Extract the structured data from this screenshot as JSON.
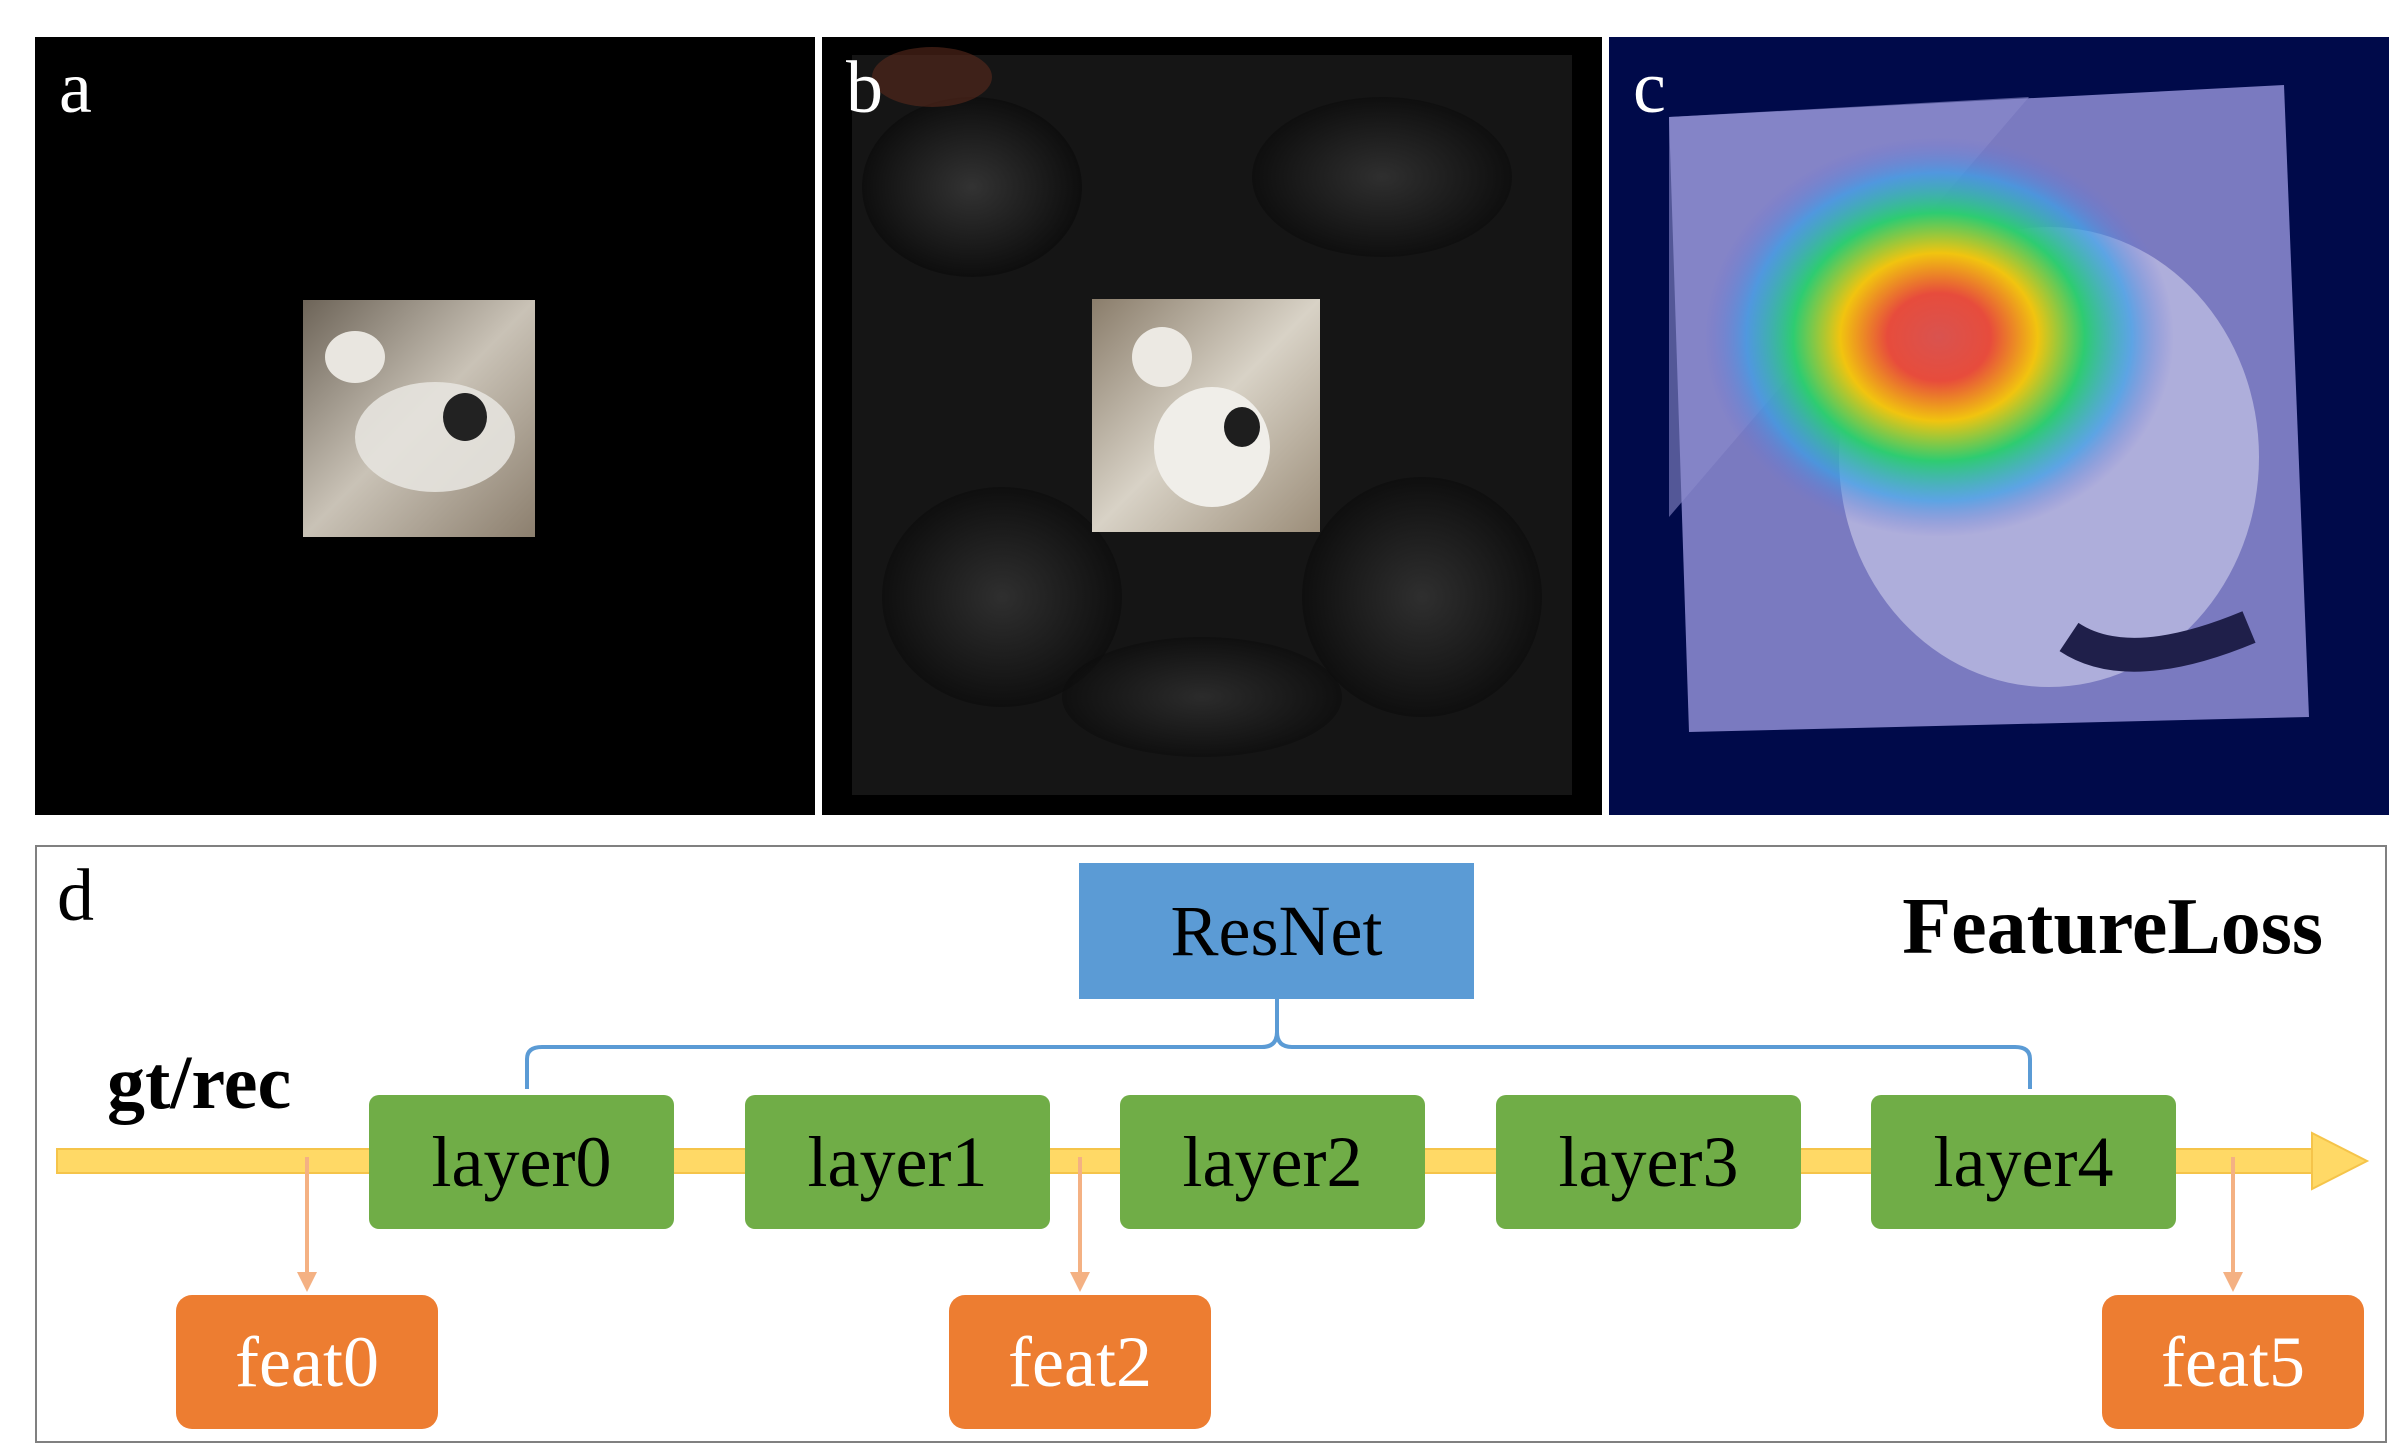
{
  "panels": {
    "a": {
      "letter": "a"
    },
    "b": {
      "letter": "b"
    },
    "c": {
      "letter": "c"
    }
  },
  "diagram": {
    "letter": "d",
    "title": "FeatureLoss",
    "input_label": "gt/rec",
    "backbone_label": "ResNet",
    "layers": [
      "layer0",
      "layer1",
      "layer2",
      "layer3",
      "layer4"
    ],
    "features": [
      "feat0",
      "feat2",
      "feat5"
    ],
    "colors": {
      "backbone": "#5b9bd5",
      "layer": "#70ad47",
      "feature": "#ed7d31",
      "flow_arrow": "#ffd966",
      "tap_arrow": "#f4b183",
      "bracket": "#5b9bd5"
    }
  }
}
